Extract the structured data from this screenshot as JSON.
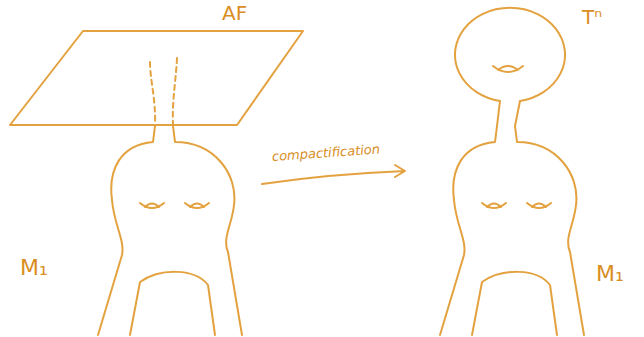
{
  "diagram": {
    "labels": [
      "AF",
      "M₁",
      "compactification",
      "Tⁿ",
      "M₁"
    ]
  }
}
